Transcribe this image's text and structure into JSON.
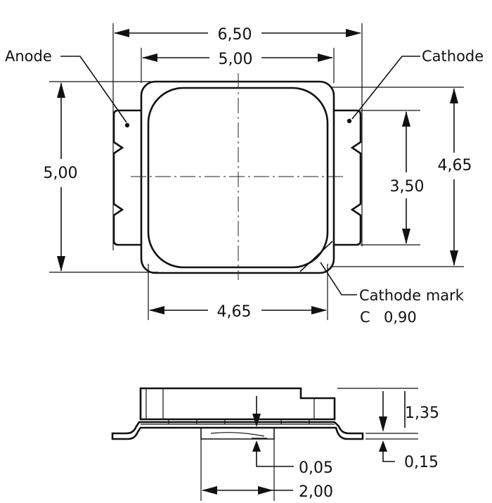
{
  "dimensions": {
    "top_outer_width": "6,50",
    "top_inner_width": "5,00",
    "left_height": "5,00",
    "right_outer_height": "4,65",
    "right_inner_height": "3,50",
    "bottom_width": "4,65",
    "side_height": "1,35",
    "side_standoff": "0,15",
    "side_gap": "0,05",
    "side_pad_width": "2,00"
  },
  "labels": {
    "anode": "Anode",
    "cathode": "Cathode",
    "cathode_mark": "Cathode mark",
    "chamfer_prefix": "C",
    "chamfer_value": "0,90"
  }
}
